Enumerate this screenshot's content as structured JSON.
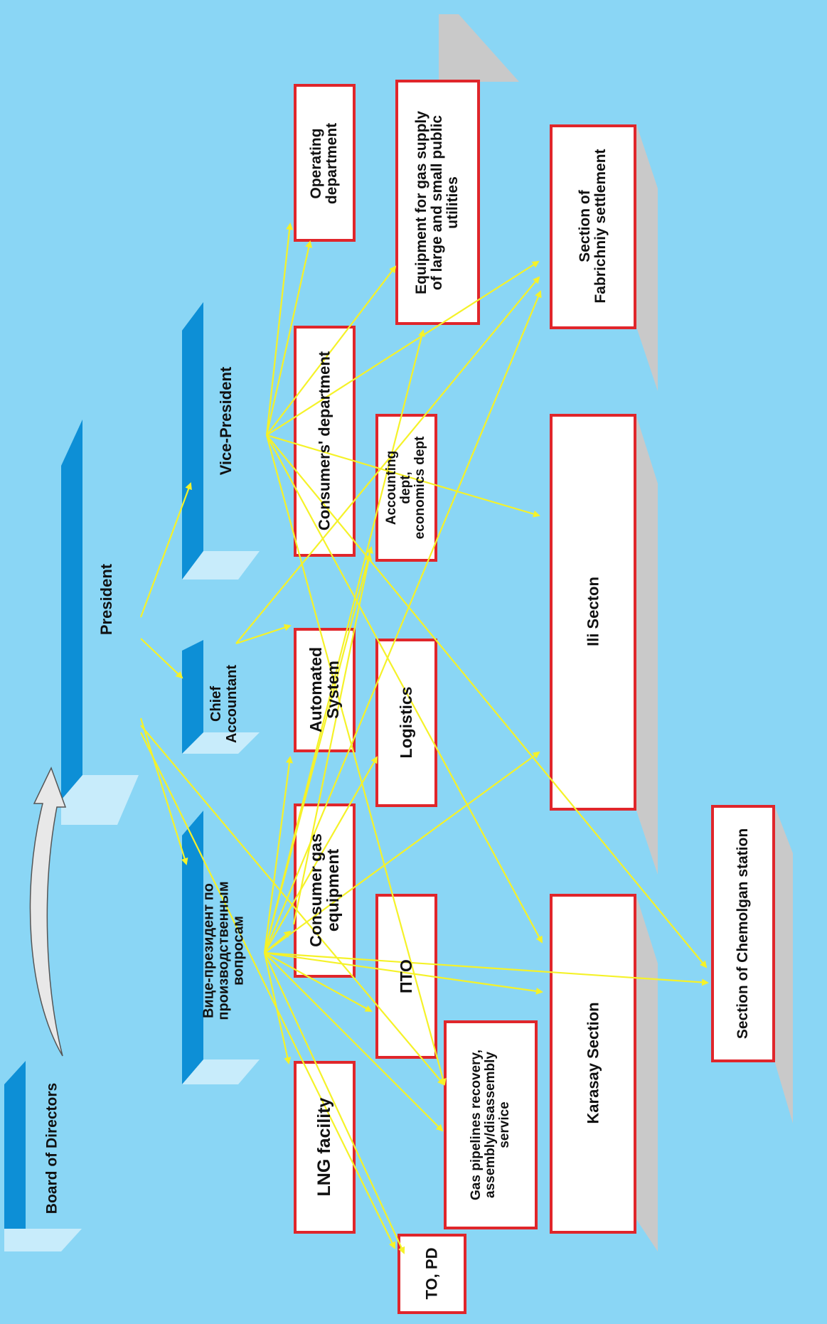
{
  "colors": {
    "background": "#8ad6f5",
    "box_border": "#e0262b",
    "box_fill": "#ffffff",
    "panel_blue": "#0d8fd6",
    "panel_light": "#c8ecfb",
    "arrow": "#f5f229",
    "shadow": "#c9c9c9"
  },
  "top_level": {
    "board": "Board of Directors",
    "president": "President",
    "chief_accountant": "Chief\nAccountant",
    "vice_president": "Vice-President",
    "vp_production": "Вице-президент по\nпроизводственным\nвопросам"
  },
  "departments": {
    "operating": "Operating\ndepartment",
    "consumers": "Consumers' department",
    "automated": "Automated\nSystem",
    "consumer_gas": "Consumer gas\nequipment",
    "lng": "LNG facility",
    "equipment_supply": "Equipment for gas supply\nof large and small public\nutilities",
    "accounting": "Accounting\ndept,\neconomics dept",
    "logistics": "Logistics",
    "pto": "ПТО",
    "gas_pipelines": "Gas pipelines recovery,\nassembly/disassembly\nservice",
    "to_pd": "TO, PD"
  },
  "sections": {
    "fabrichniy": "Section of\nFabrichniy settlement",
    "ili": "Ili Secton",
    "karasay": "Karasay Section",
    "chemolgan": "Section of Chemolgan station"
  }
}
